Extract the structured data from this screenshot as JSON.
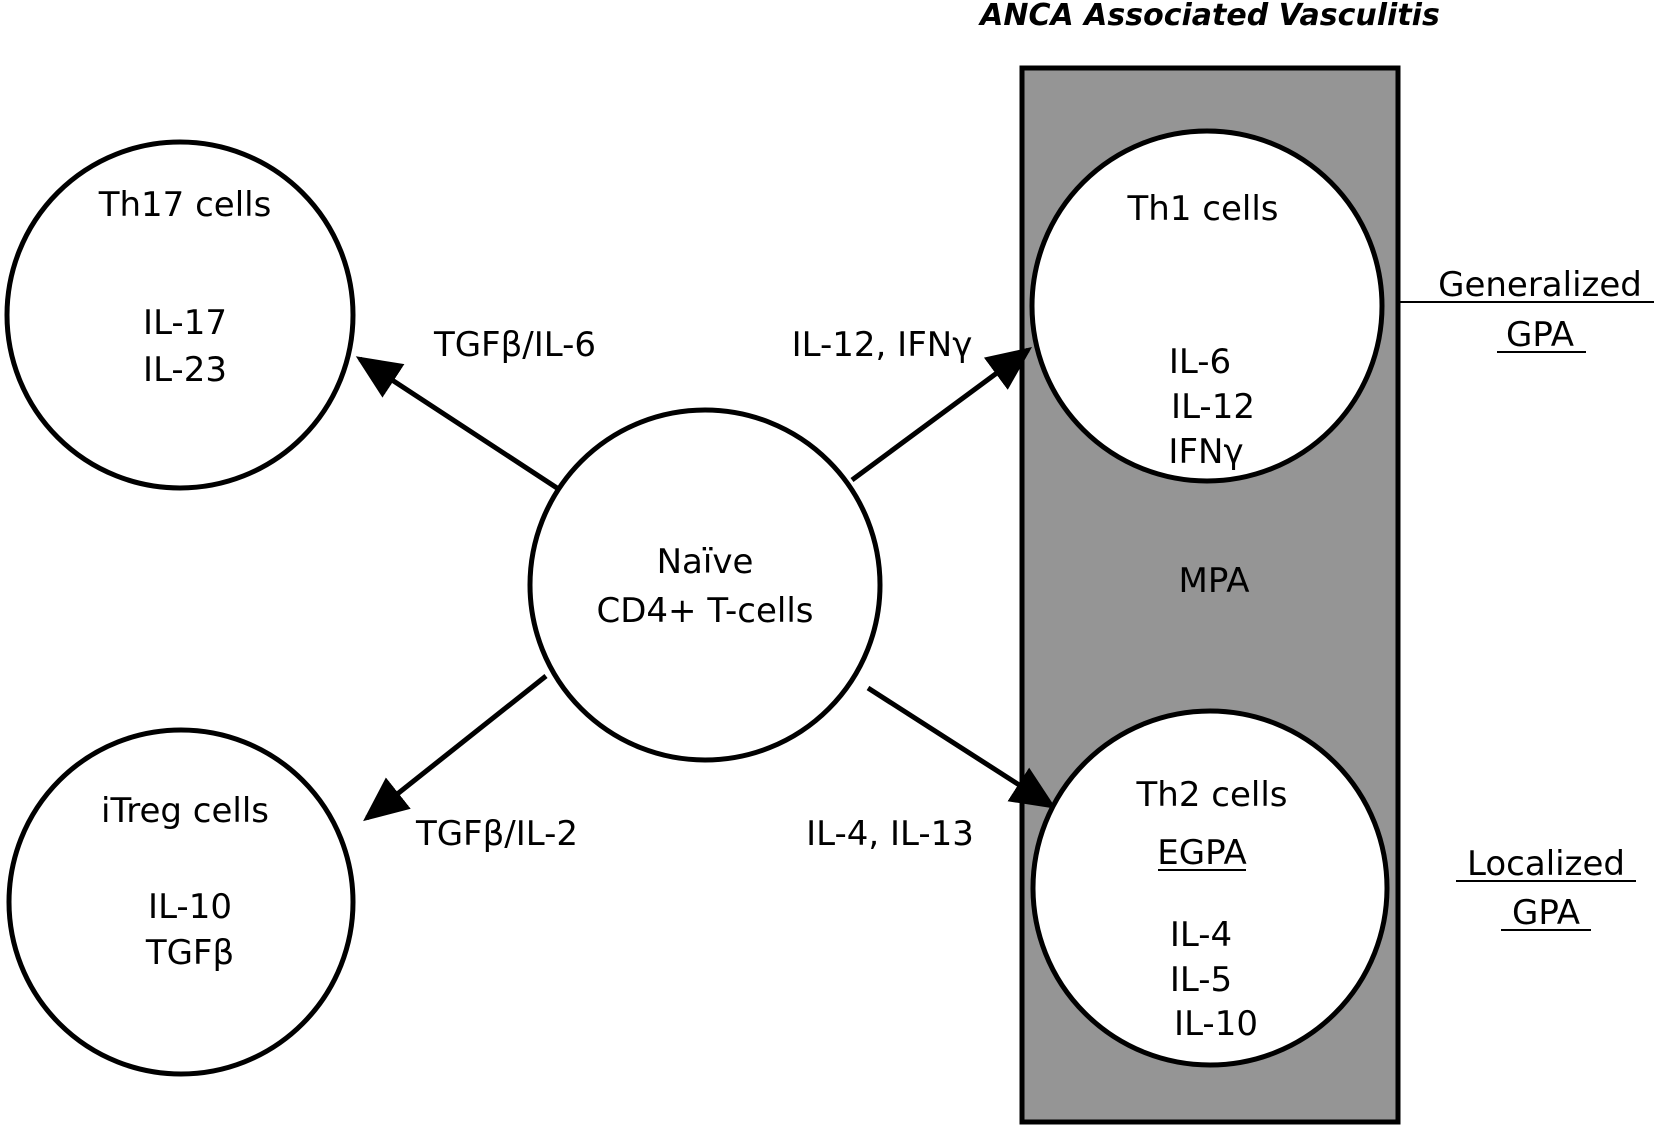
{
  "title": "ANCA Associated Vasculitis",
  "colors": {
    "box_fill": "#959595",
    "stroke": "#000000",
    "cell_fill": "#ffffff"
  },
  "center": {
    "line1": "Naïve",
    "line2": "CD4+ T-cells"
  },
  "th17": {
    "title": "Th17 cells",
    "cytokines": [
      "IL-17",
      "IL-23"
    ]
  },
  "itreg": {
    "title": "iTreg cells",
    "cytokines": [
      "IL-10",
      "TGFβ"
    ]
  },
  "th1": {
    "title": "Th1 cells",
    "cytokines": [
      "IL-6",
      "IL-12",
      "IFNγ"
    ]
  },
  "th2": {
    "title": "Th2 cells",
    "disease": "EGPA",
    "cytokines": [
      "IL-4",
      "IL-5",
      "IL-10"
    ]
  },
  "mpa": "MPA",
  "arrows": {
    "th17": "TGFβ/IL-6",
    "itreg": "TGFβ/IL-2",
    "th1": "IL-12, IFNγ",
    "th2": "IL-4, IL-13"
  },
  "side": {
    "generalized": [
      "Generalized",
      "GPA"
    ],
    "localized": [
      "Localized",
      "GPA"
    ]
  }
}
